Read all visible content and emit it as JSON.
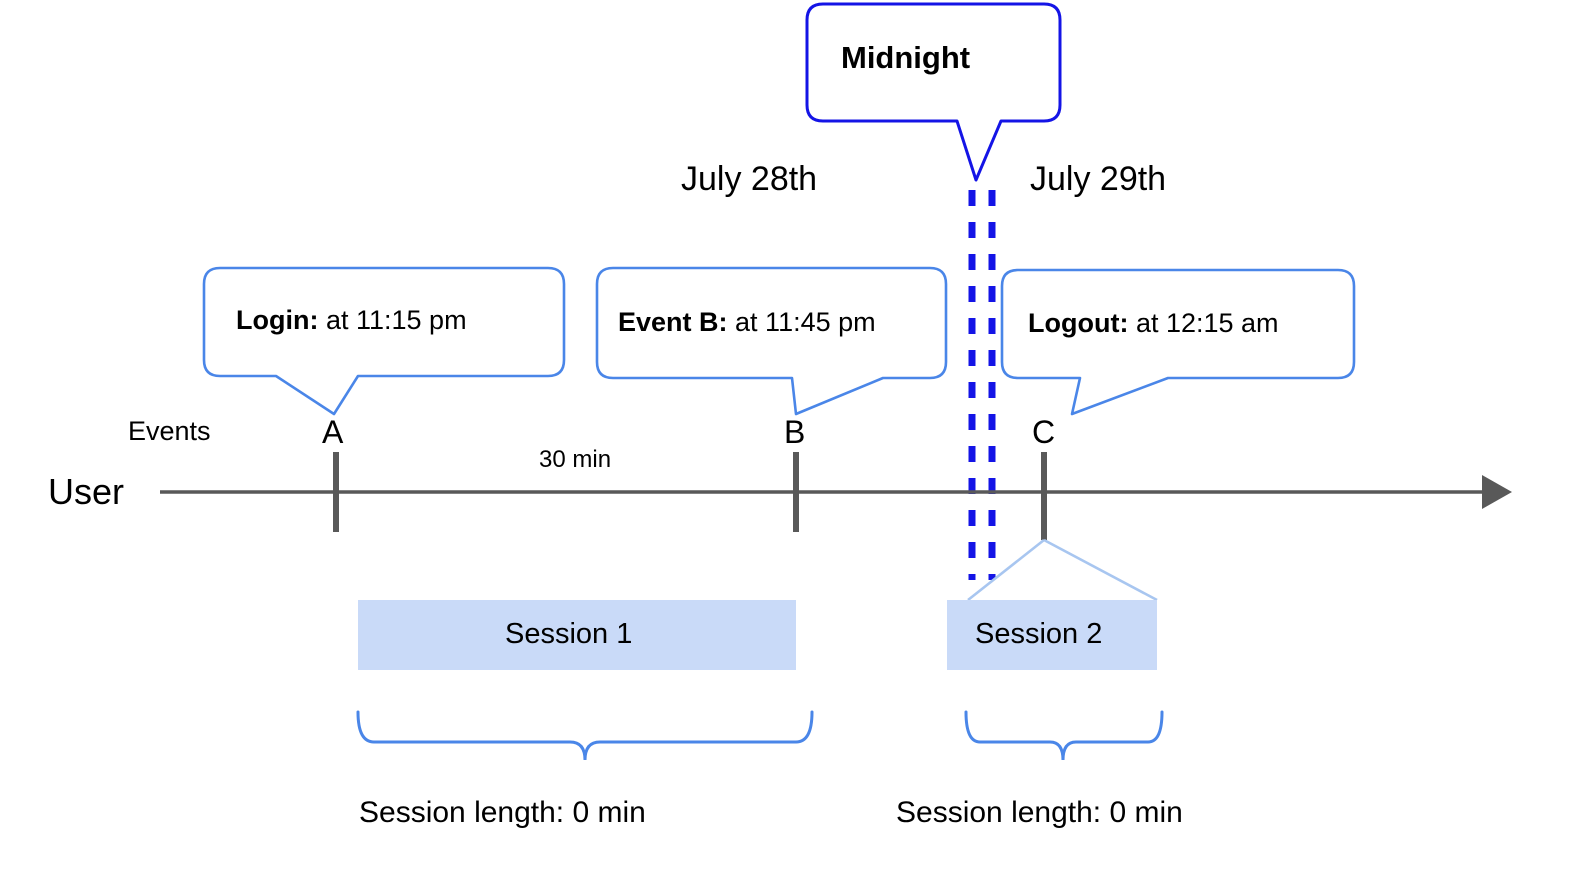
{
  "diagram": {
    "title_callout": {
      "label": "Midnight"
    },
    "dates": [
      {
        "name": "date-july-28",
        "label": "July 28th"
      },
      {
        "name": "date-july-29",
        "label": "July 29th"
      }
    ],
    "event_callouts": [
      {
        "name": "callout-login",
        "bold": "Login:",
        "rest": " at 11:15 pm"
      },
      {
        "name": "callout-event-b",
        "bold": "Event B:",
        "rest": " at 11:45 pm"
      },
      {
        "name": "callout-logout",
        "bold": "Logout:",
        "rest": " at 12:15 am"
      }
    ],
    "row_labels": {
      "events": "Events",
      "user": "User"
    },
    "ticks": [
      {
        "name": "tick-a",
        "letter": "A"
      },
      {
        "name": "tick-b",
        "letter": "B"
      },
      {
        "name": "tick-c",
        "letter": "C"
      }
    ],
    "duration_label": "30 min",
    "sessions": [
      {
        "name": "session-1",
        "label": "Session 1",
        "length_label": "Session length: 0 min"
      },
      {
        "name": "session-2",
        "label": "Session 2",
        "length_label": "Session length: 0 min"
      }
    ],
    "colors": {
      "callout_border": "#4a86e8",
      "midnight_border": "#1414e6",
      "midnight_dash": "#1414e6",
      "session_fill": "#c9daf8",
      "session_pointer": "#a8c6f0",
      "axis": "#595959",
      "tick": "#595959",
      "brace": "#4a86e8",
      "text": "#000000"
    }
  }
}
